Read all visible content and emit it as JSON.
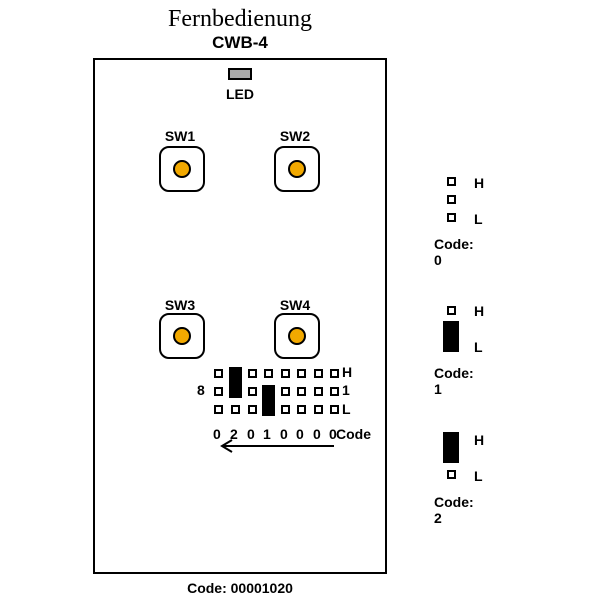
{
  "header": {
    "title": "Fernbedienung",
    "model": "CWB-4"
  },
  "remote": {
    "led_label": "LED",
    "buttons": [
      "SW1",
      "SW2",
      "SW3",
      "SW4"
    ]
  },
  "dip": {
    "row_labels": [
      "H",
      "1",
      "L"
    ],
    "left_label": "8",
    "digits": [
      "0",
      "2",
      "0",
      "1",
      "0",
      "0",
      "0",
      "0"
    ],
    "code_word": "Code"
  },
  "footer_code": "Code: 00001020",
  "legend": [
    {
      "code_label": "Code: 0",
      "high": "H",
      "low": "L"
    },
    {
      "code_label": "Code: 1",
      "high": "H",
      "low": "L"
    },
    {
      "code_label": "Code: 2",
      "high": "H",
      "low": "L"
    }
  ],
  "colors": {
    "led": "#a9a9a9",
    "button_dot": "#f2a900",
    "jumper": "#000000"
  }
}
